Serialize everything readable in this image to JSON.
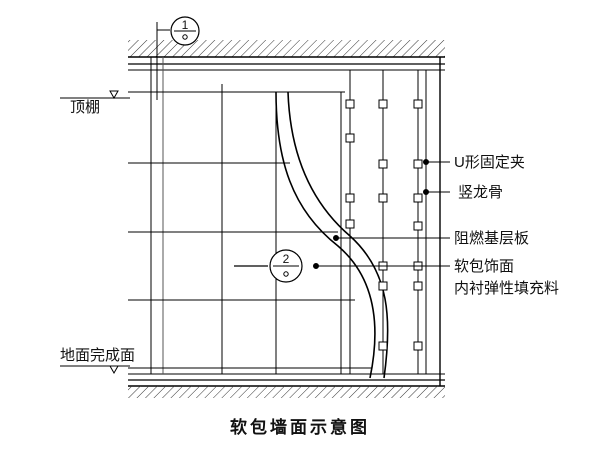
{
  "diagram": {
    "title": "软包墙面示意图",
    "labels": {
      "ceiling": "顶棚",
      "floor": "地面完成面",
      "u_clip": "U形固定夹",
      "vertical_keel": "竖龙骨",
      "fire_board": "阻燃基层板",
      "soft_face": "软包饰面",
      "filler": "内衬弹性填充料"
    },
    "section_marks": [
      {
        "number": "1"
      },
      {
        "number": "2"
      }
    ]
  }
}
